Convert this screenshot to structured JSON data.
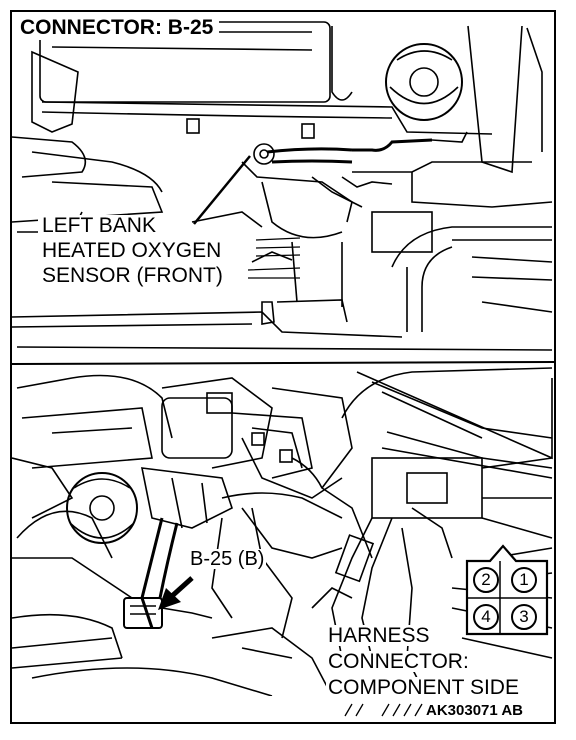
{
  "title": "CONNECTOR: B-25",
  "sensor_label": {
    "line1": "LEFT BANK",
    "line2": "HEATED OXYGEN",
    "line3": "SENSOR (FRONT)"
  },
  "connector_callout": "B-25 (B)",
  "harness_label": {
    "line1": "HARNESS",
    "line2": "CONNECTOR:",
    "line3": "COMPONENT SIDE"
  },
  "connector_pins": [
    "2",
    "1",
    "4",
    "3"
  ],
  "figure_code": "AK303071 AB"
}
